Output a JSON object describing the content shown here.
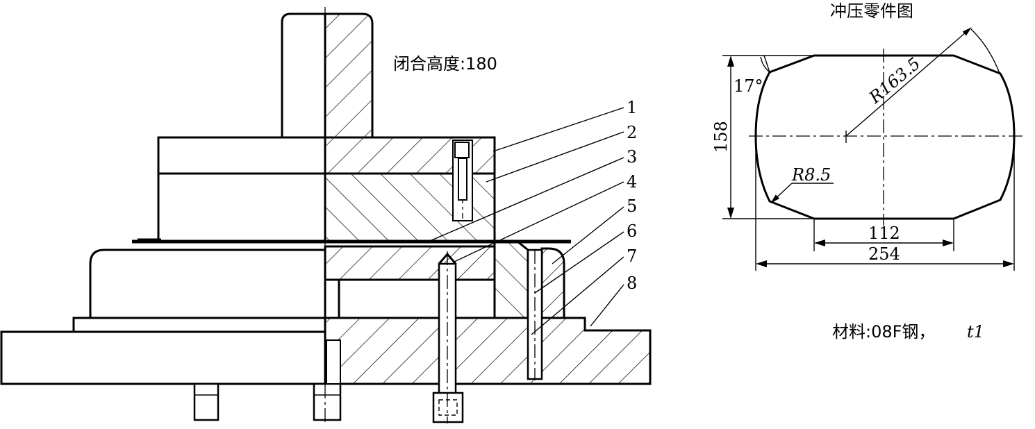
{
  "closed_height_label": "闭合高度:180",
  "part_title": "冲压零件图",
  "material_label": "材料:08F钢，",
  "thickness_label": "t1",
  "part_numbers": [
    "1",
    "2",
    "3",
    "4",
    "5",
    "6",
    "7",
    "8"
  ],
  "dimensions": {
    "radius_large": "R163.5",
    "radius_small": "R8.5",
    "angle": "17°",
    "height": "158",
    "inner_width": "112",
    "overall_width": "254"
  }
}
